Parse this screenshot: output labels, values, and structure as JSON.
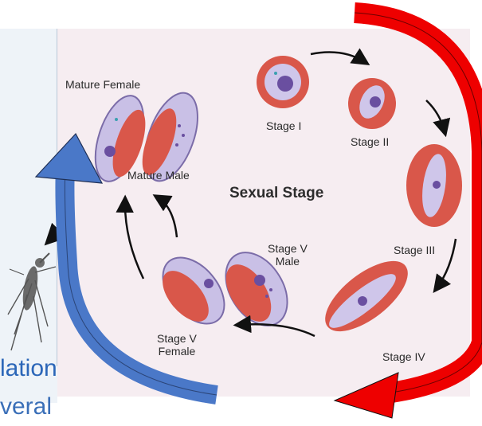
{
  "diagram": {
    "title": "Sexual Stage",
    "labels": {
      "mature_female": "Mature Female",
      "mature_male": "Mature Male",
      "stage_1": "Stage I",
      "stage_2": "Stage II",
      "stage_3": "Stage III",
      "stage_4": "Stage IV",
      "stage_5_male_line1": "Stage V",
      "stage_5_male_line2": "Male",
      "stage_5_female_line1": "Stage V",
      "stage_5_female_line2": "Female"
    }
  },
  "background_text": {
    "line1": "lation",
    "line2": "veral"
  },
  "colors": {
    "panel_bg": "#f6edf1",
    "left_panel_bg": "#eef3f8",
    "cell_red": "#d9574a",
    "cell_lilac": "#c9c0e6",
    "nucleus": "#6a4fa0",
    "arrow_red": "#ee0000",
    "arrow_blue": "#4a78c8",
    "text_blue": "#2b66b8"
  }
}
